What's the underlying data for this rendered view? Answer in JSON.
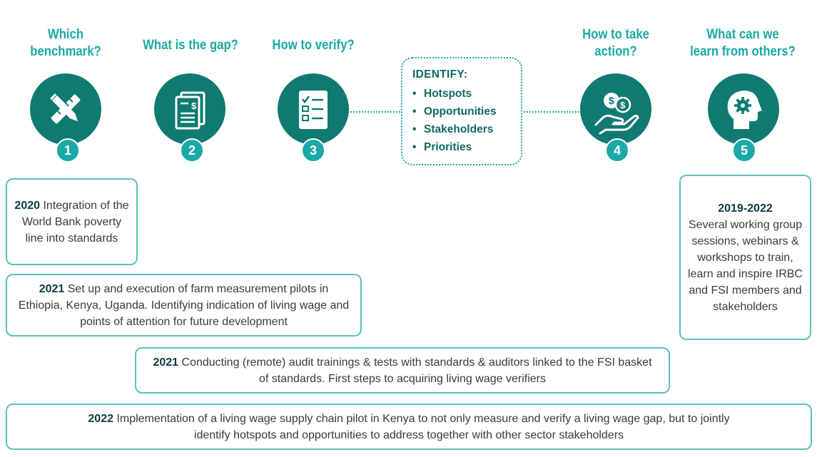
{
  "steps": [
    {
      "number": "1",
      "question": "Which\nbenchmark?",
      "icon": "pencil-ruler-icon"
    },
    {
      "number": "2",
      "question": "What is the gap?",
      "icon": "invoice-document-icon"
    },
    {
      "number": "3",
      "question": "How to verify?",
      "icon": "checklist-icon"
    },
    {
      "number": "4",
      "question": "How to take\naction?",
      "icon": "hand-coins-icon"
    },
    {
      "number": "5",
      "question": "What can we\nlearn from others?",
      "icon": "head-gear-icon"
    }
  ],
  "identify": {
    "title": "IDENTIFY:",
    "items": [
      "Hotspots",
      "Opportunities",
      "Stakeholders",
      "Priorities"
    ]
  },
  "timeline": [
    {
      "year": "2020",
      "text": "Integration of the World Bank poverty line into standards"
    },
    {
      "year": "2021",
      "text": "Set up and execution of farm measurement pilots in Ethiopia, Kenya, Uganda. Identifying indication of living wage and points of attention for future development"
    },
    {
      "year": "2019-2022",
      "text": "Several working group sessions, webinars & workshops to train, learn and inspire IRBC and FSI members and stakeholders"
    },
    {
      "year": "2021",
      "text": "Conducting (remote) audit trainings & tests with standards & auditors linked to the FSI basket of standards. First steps to acquiring living wage verifiers"
    },
    {
      "year": "2022",
      "text": "Implementation of a living wage supply chain pilot in Kenya to not only measure and verify a living wage gap, but to jointly identify hotspots and opportunities to address together with other sector stakeholders"
    }
  ],
  "colors": {
    "teal_dark": "#0f7a70",
    "teal_light": "#1aa9a6",
    "border": "#5bc0bb"
  }
}
